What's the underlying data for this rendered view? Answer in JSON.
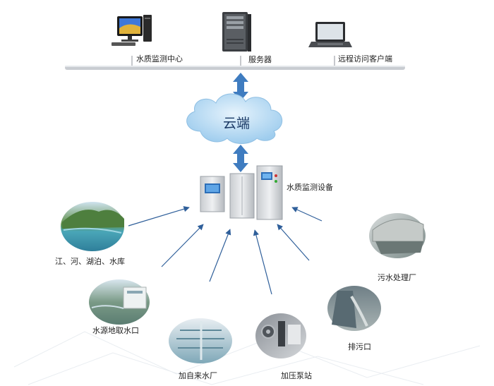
{
  "network": {
    "monitoring_center": "水质监测中心",
    "server": "服务器",
    "remote_client": "远程访问客户端"
  },
  "cloud": {
    "label": "云端"
  },
  "equipment": {
    "label": "水质监测设备"
  },
  "sources": {
    "river_lake": "江、河、湖泊、水库",
    "water_intake": "水源地取水口",
    "waterworks": "加自来水厂",
    "pump_station": "加压泵站",
    "sewage_outlet": "排污口",
    "sewage_plant": "污水处理厂"
  },
  "colors": {
    "arrow": "#2f5f9a",
    "cloud_fill": "#bcdcf3",
    "bus_line": "#b9bec4",
    "double_arrow": "#3f7cc0"
  }
}
